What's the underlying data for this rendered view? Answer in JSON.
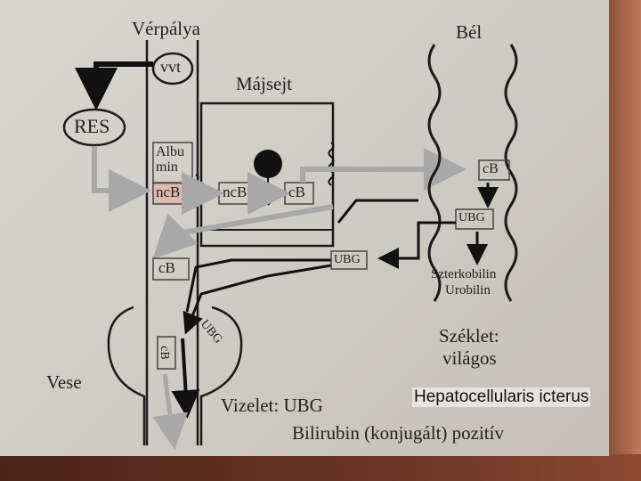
{
  "diagram": {
    "labels": {
      "blood": "Vérpálya",
      "intestine": "Bél",
      "liver_cell": "Májsejt",
      "rbc": "vvt",
      "res": "RES",
      "albumin": "Albu\nmin",
      "ncb_blood": "ncB",
      "ncb_liver": "ncB",
      "cb_liver": "cB",
      "cb_gut": "cB",
      "ubg_gut": "UBG",
      "ubg_portal": "UBG",
      "cb_blood": "cB",
      "cb_kidney": "cB",
      "ubg_kidney": "UBG",
      "stercobilin": "Szterkobilin",
      "urobilin": "Urobilin",
      "stool": "Széklet:",
      "stool_color": "világos",
      "kidney": "Vese",
      "urine": "Vizelet: UBG",
      "bilirubin": "Bilirubin (konjugált) pozitív"
    },
    "caption": "Hepatocellularis icterus"
  }
}
